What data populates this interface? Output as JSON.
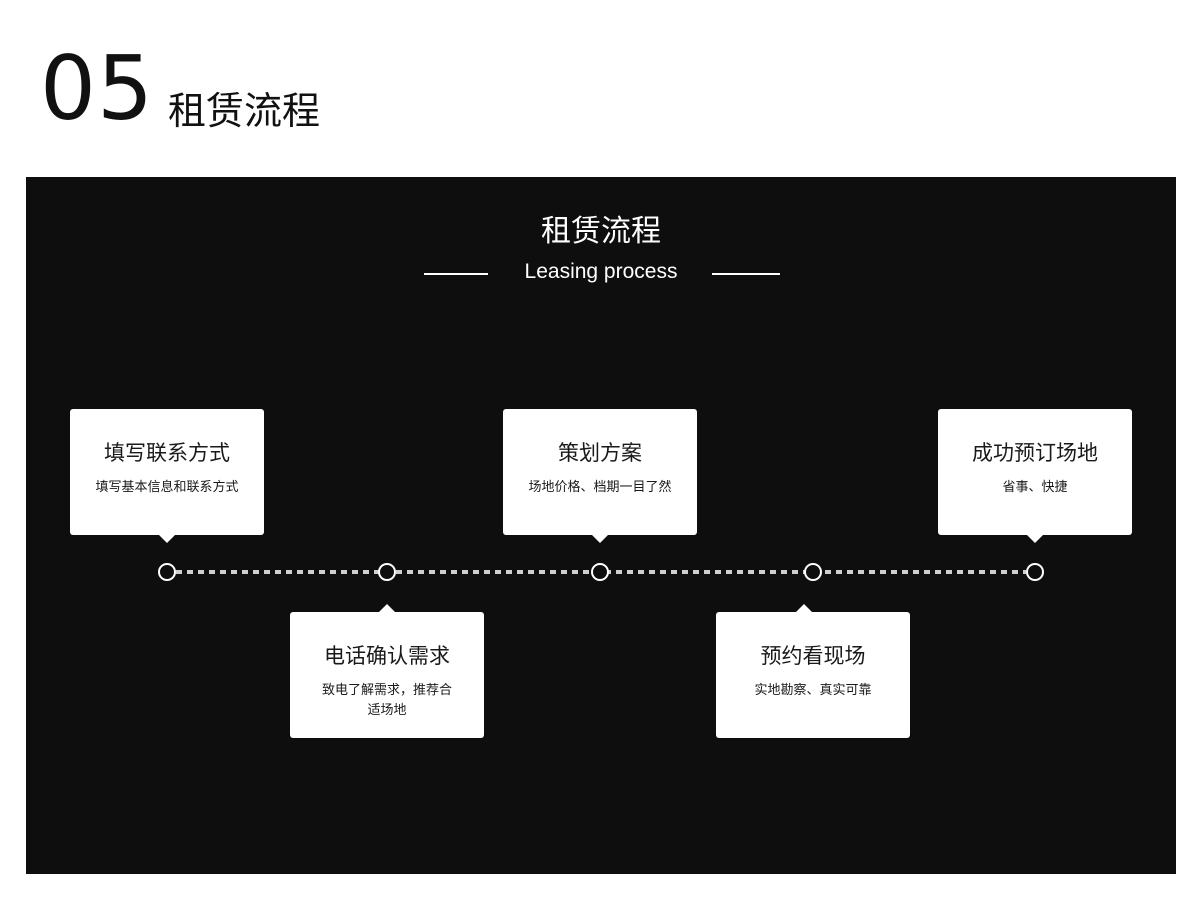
{
  "header": {
    "number": "05",
    "title": "租赁流程"
  },
  "panel": {
    "title": "租赁流程",
    "subtitle": "Leasing process"
  },
  "steps": [
    {
      "title": "填写联系方式",
      "desc": "填写基本信息和联系方式"
    },
    {
      "title": "电话确认需求",
      "desc": "致电了解需求，推荐合适场地"
    },
    {
      "title": "策划方案",
      "desc": "场地价格、档期一目了然"
    },
    {
      "title": "预约看现场",
      "desc": "实地勘察、真实可靠"
    },
    {
      "title": "成功预订场地",
      "desc": "省事、快捷"
    }
  ],
  "colors": {
    "panel_background": "#0e0e0e",
    "card_background": "#ffffff",
    "timeline": "#cfcfcf",
    "text_dark": "#111111",
    "text_light": "#ffffff"
  }
}
